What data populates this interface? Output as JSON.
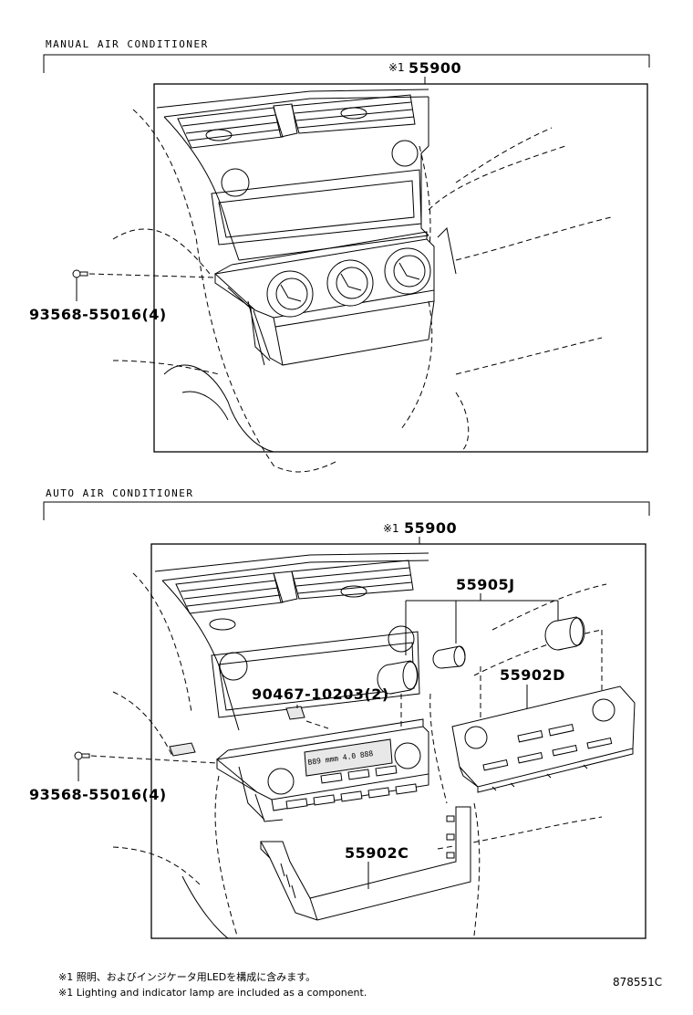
{
  "manual_section": {
    "title": "MANUAL  AIR  CONDITIONER",
    "mark": "※1",
    "assembly_part": "55900",
    "screw_part": "93568-55016(4)"
  },
  "auto_section": {
    "title": "AUTO  AIR  CONDITIONER",
    "mark": "※1",
    "assembly_part": "55900",
    "knob_part": "55905J",
    "panel_part": "55902D",
    "bulb_part": "90467-10203(2)",
    "screw_part": "93568-55016(4)",
    "bezel_part": "55902C",
    "display_text": "B89 mmm 4.0 888"
  },
  "footnotes": {
    "note_jp": "※1 照明、およびインジケータ用LEDを構成に含みます。",
    "note_en": "※1 Lighting and indicator lamp are included as a component."
  },
  "drawing_code": "878551C"
}
